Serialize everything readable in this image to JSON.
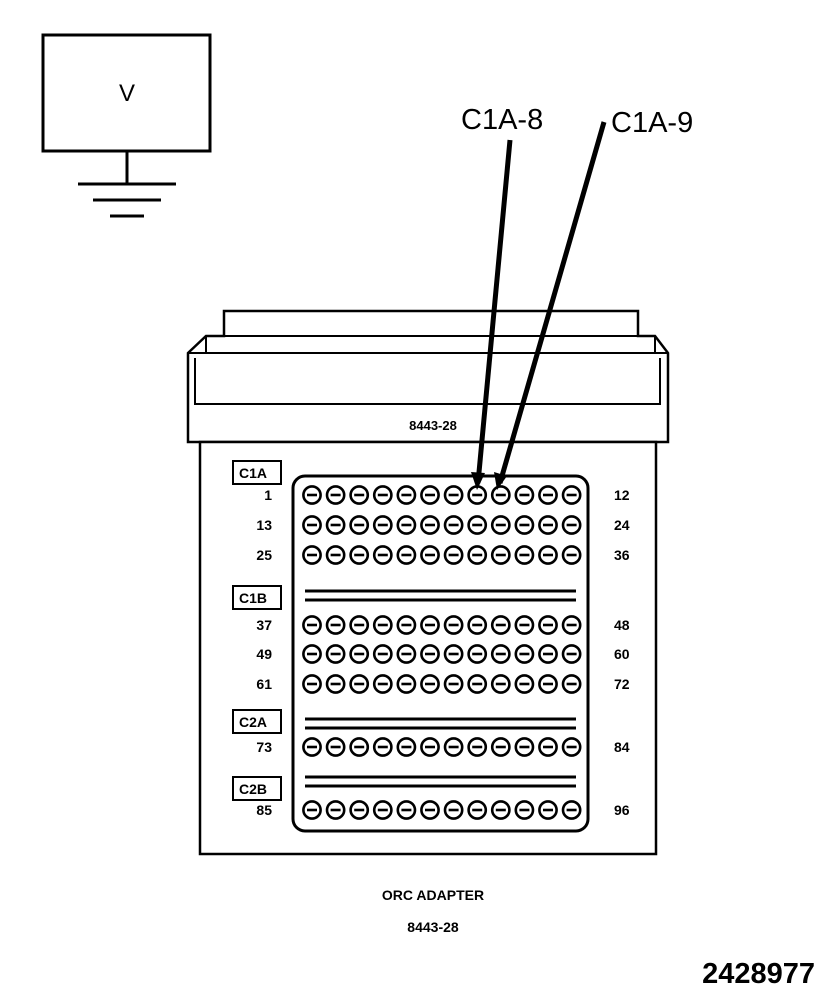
{
  "meter": {
    "label": "V"
  },
  "probes": [
    {
      "label": "C1A-8",
      "pin": 8
    },
    {
      "label": "C1A-9",
      "pin": 9
    }
  ],
  "adapter": {
    "top_label": "8443-28",
    "caption_title": "ORC ADAPTER",
    "caption_number": "8443-28",
    "connectors": [
      {
        "name": "C1A",
        "rows": [
          {
            "start": "1",
            "end": "12"
          },
          {
            "start": "13",
            "end": "24"
          },
          {
            "start": "25",
            "end": "36"
          }
        ]
      },
      {
        "name": "C1B",
        "rows": [
          {
            "start": "37",
            "end": "48"
          },
          {
            "start": "49",
            "end": "60"
          },
          {
            "start": "61",
            "end": "72"
          }
        ]
      },
      {
        "name": "C2A",
        "rows": [
          {
            "start": "73",
            "end": "84"
          }
        ]
      },
      {
        "name": "C2B",
        "rows": [
          {
            "start": "85",
            "end": "96"
          }
        ]
      }
    ]
  },
  "figure_id": "2428977"
}
